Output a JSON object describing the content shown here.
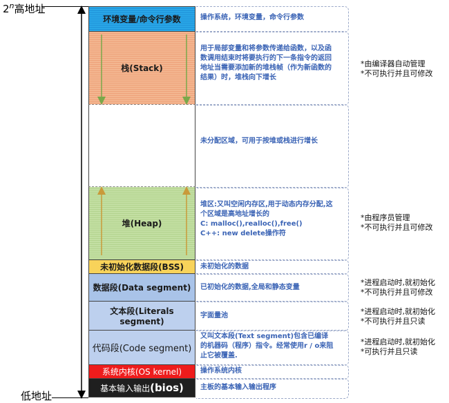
{
  "axis": {
    "top_label_base": "2",
    "top_label_exp": "n",
    "top_label_text": "高地址",
    "bottom_label": "低地址"
  },
  "segments": {
    "env": "环境变量/命令行参数",
    "stack": "栈(Stack)",
    "heap": "堆(Heap)",
    "bss": "未初始化数据段(BSS)",
    "data": "数据段(Data segment)",
    "literals": "文本段(Literals segment)",
    "code": "代码段(Code segment)",
    "kernel": "系统内核(OS kernel)",
    "bios_prefix": "基本输入输出",
    "bios_suffix": "(bios)"
  },
  "descriptions": {
    "env": "操作系统，环境变量，命令行参数",
    "stack": "用于局部变量和将参数传递给函数，以及函数调用结束时将要执行的下一条指令的返回地址当需要添加新的堆栈帧（作为新函数的结果）时，堆栈向下增长",
    "unalloc": "未分配区域，可用于按堆或栈进行增长",
    "heap_1": "堆区:又叫空闲内存区,用于动态内存分配,这个区域是高地址增长的",
    "heap_2": "C: malloc(),realloc(),free()",
    "heap_3": "C++: new delete操作符",
    "bss": "未初始化的数据",
    "data": "已初始化的数据,全局和静态变量",
    "literals": "字面量池",
    "code": "又叫文本段(Text segment)包含已编译的机器码（程序）指令。经常使用r / o来阻止它被覆盖.",
    "kernel": "操作系统内核",
    "bios": "主板的基本输入输出程序"
  },
  "notes": {
    "stack_1": "*由编译器自动管理",
    "stack_2": "*不可执行并且可修改",
    "heap_1": "*由程序员管理",
    "heap_2": "*不可执行并且可修改",
    "data_1": "*进程启动时,就初始化",
    "data_2": "*不可执行并且可修改",
    "lit_1": "*进程启动时,就初始化",
    "lit_2": "*不可执行并且只读",
    "code_1": "*进程启动时,就初始化",
    "code_2": "*可执行并且只读"
  },
  "colors": {
    "env": "#1e90d8",
    "stack": "#f3b690",
    "heap": "#c3dfa3",
    "bss": "#f8d35a",
    "data": "#a9c3e8",
    "kernel": "#ee1c1c",
    "bios": "#1f1f1f",
    "desc_text": "#3a63b5"
  }
}
